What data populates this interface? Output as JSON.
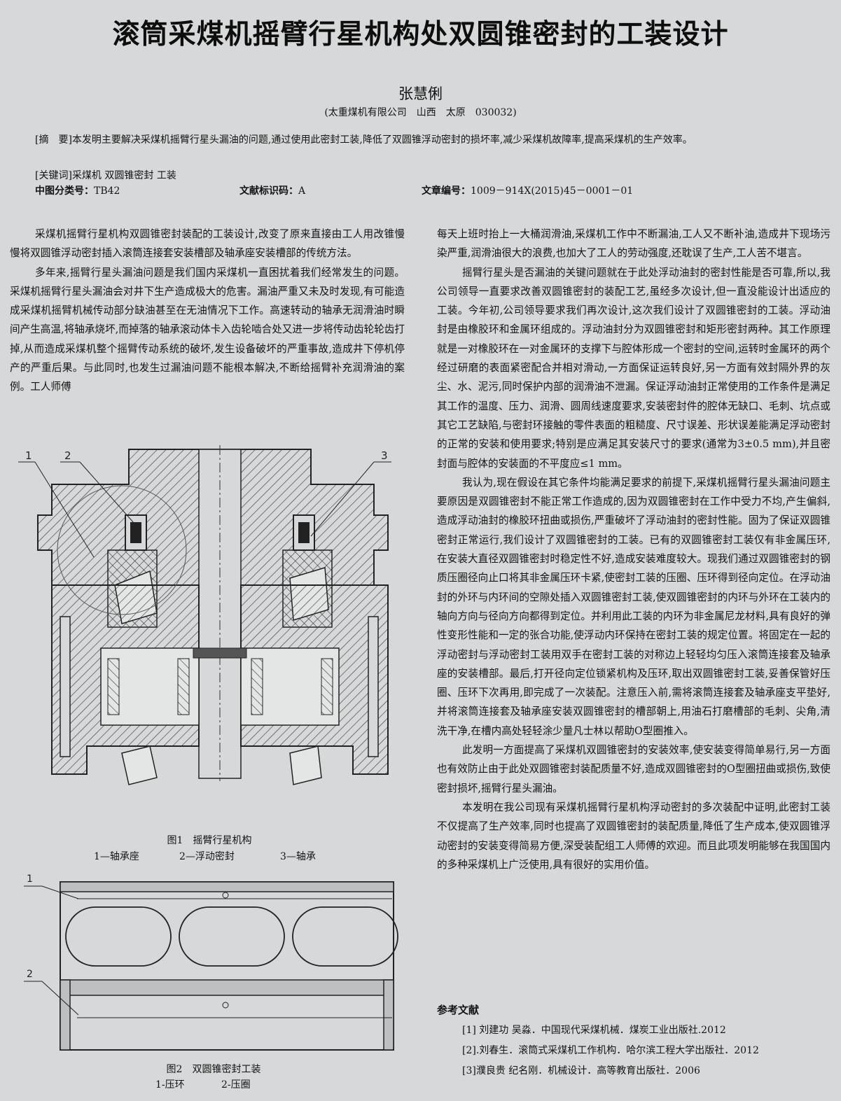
{
  "title": "滚筒采煤机摇臂行星机构处双圆锥密封的工装设计",
  "author": "张慧俐",
  "affiliation": "(太重煤机有限公司　山西　太原　030032)",
  "abstract": {
    "label": "[摘　要]",
    "text": "本发明主要解决采煤机摇臂行星头漏油的问题,通过使用此密封工装,降低了双圆锥浮动密封的损坏率,减少采煤机故障率,提高采煤机的生产效率。"
  },
  "keywords": {
    "label": "[关键词]",
    "text": "采煤机 双圆锥密封 工装"
  },
  "classification": {
    "label": "中图分类号：",
    "value": "TB42"
  },
  "doc_code": {
    "label": "文献标识码：",
    "value": "A"
  },
  "article_no": {
    "label": "文章编号：",
    "value": "1009－914X(2015)45－0001－01"
  },
  "left_col": {
    "p1": "采煤机摇臂行星机构双圆锥密封装配的工装设计,改变了原来直接由工人用改锥慢慢将双圆锥浮动密封插入滚筒连接套安装槽部及轴承座安装槽部的传统方法。",
    "p2": "多年来,摇臂行星头漏油问题是我们国内采煤机一直困扰着我们经常发生的问题。采煤机摇臂行星头漏油会对井下生产造成极大的危害。漏油严重又未及时发现,有可能造成采煤机摇臂机械传动部分缺油甚至在无油情况下工作。高速转动的轴承无润滑油时瞬间产生高温,将轴承烧坏,而掉落的轴承滚动体卡入齿轮啮合处又进一步将传动齿轮轮齿打掉,从而造成采煤机整个摇臂传动系统的破坏,发生设备破坏的严重事故,造成井下停机停产的严重后果。与此同时,也发生过漏油问题不能根本解决,不断给摇臂补充润滑油的案例。工人师傅"
  },
  "figure1": {
    "callouts": [
      "1",
      "2",
      "3"
    ],
    "caption": "图1　摇臂行星机构",
    "legend": [
      "1—轴承座",
      "2—浮动密封",
      "3—轴承"
    ]
  },
  "figure2": {
    "callouts": [
      "1",
      "2"
    ],
    "caption": "图2　双圆锥密封工装",
    "legend": [
      "1-压环",
      "2-压圈"
    ]
  },
  "right_col": {
    "p0": "每天上班时抬上一大桶润滑油,采煤机工作中不断漏油,工人又不断补油,造成井下现场污染严重,润滑油很大的浪费,也加大了工人的劳动强度,还耽误了生产,工人苦不堪言。",
    "p1": "摇臂行星头是否漏油的关键问题就在于此处浮动油封的密封性能是否可靠,所以,我公司领导一直要求改善双圆锥密封的装配工艺,虽经多次设计,但一直没能设计出适应的工装。今年初,公司领导要求我们再次设计,这次我们设计了双圆锥密封的工装。浮动油封是由橡胶环和金属环组成的。浮动油封分为双圆锥密封和矩形密封两种。其工作原理就是一对橡胶环在一对金属环的支撑下与腔体形成一个密封的空间,运转时金属环的两个经过研磨的表面紧密配合并相对滑动,一方面保证运转良好,另一方面有效封隔外界的灰尘、水、泥污,同时保护内部的润滑油不泄漏。保证浮动油封正常使用的工作条件是满足其工作的温度、压力、润滑、圆周线速度要求,安装密封件的腔体无缺口、毛刺、坑点或其它工艺缺陷,与密封环接触的零件表面的粗糙度、尺寸误差、形状误差能满足浮动密封的正常的安装和使用要求;特别是应满足其安装尺寸的要求(通常为3±0.5 mm),并且密封面与腔体的安装面的不平度应≤1 mm。",
    "p2": "我认为,现在假设在其它条件均能满足要求的前提下,采煤机摇臂行星头漏油问题主要原因是双圆锥密封不能正常工作造成的,因为双圆锥密封在工作中受力不均,产生偏斜,造成浮动油封的橡胶环扭曲或损伤,严重破坏了浮动油封的密封性能。固为了保证双圆锥密封正常运行,我们设计了双圆锥密封的工装。已有的双圆锥密封工装仅有非金属压环,在安装大直径双圆锥密封时稳定性不好,造成安装难度较大。现我们通过双圆锥密封的钢质压圈径向止口将其非金属压环卡紧,使密封工装的压圈、压环得到径向定位。在浮动油封的外环与内环间的空隙处插入双圆锥密封工装,使双圆锥密封的内环与外环在工装内的轴向方向与径向方向都得到定位。并利用此工装的内环为非金属尼龙材料,具有良好的弹性变形性能和一定的张合功能,使浮动内环保持在密封工装的规定位置。将固定在一起的浮动密封与浮动密封工装用双手在密封工装的对称边上轻轻均匀压入滚筒连接套及轴承座的安装槽部。最后,打开径向定位锁紧机构及压环,取出双圆锥密封工装,妥善保管好压圈、压环下次再用,即完成了一次装配。注意压入前,需将滚筒连接套及轴承座支平垫好,并将滚筒连接套及轴承座安装双圆锥密封的槽部朝上,用油石打磨槽部的毛刺、尖角,清洗干净,在槽内高处轻轻涂少量凡士林以帮助O型圈推入。",
    "p3": "此发明一方面提高了采煤机双圆锥密封的安装效率,使安装变得简单易行,另一方面也有效防止由于此处双圆锥密封装配质量不好,造成双圆锥密封的O型圈扭曲或损伤,致使密封损坏,摇臂行星头漏油。",
    "p4": "本发明在我公司现有采煤机摇臂行星机构浮动密封的多次装配中证明,此密封工装不仅提高了生产效率,同时也提高了双圆锥密封的装配质量,降低了生产成本,使双圆锥浮动密封的安装变得简易方便,深受装配组工人师傅的欢迎。而且此项发明能够在我国国内的多种采煤机上广泛使用,具有很好的实用价值。"
  },
  "references": {
    "title": "参考文献",
    "items": [
      "[1] 刘建功 吴淼．中国现代采煤机械．煤炭工业出版社.2012",
      "[2].刘春生．滚筒式采煤机工作机构．哈尔滨工程大学出版社．2012",
      "[3]濮良贵 纪名刚．机械设计．高等教育出版社．2006"
    ]
  }
}
